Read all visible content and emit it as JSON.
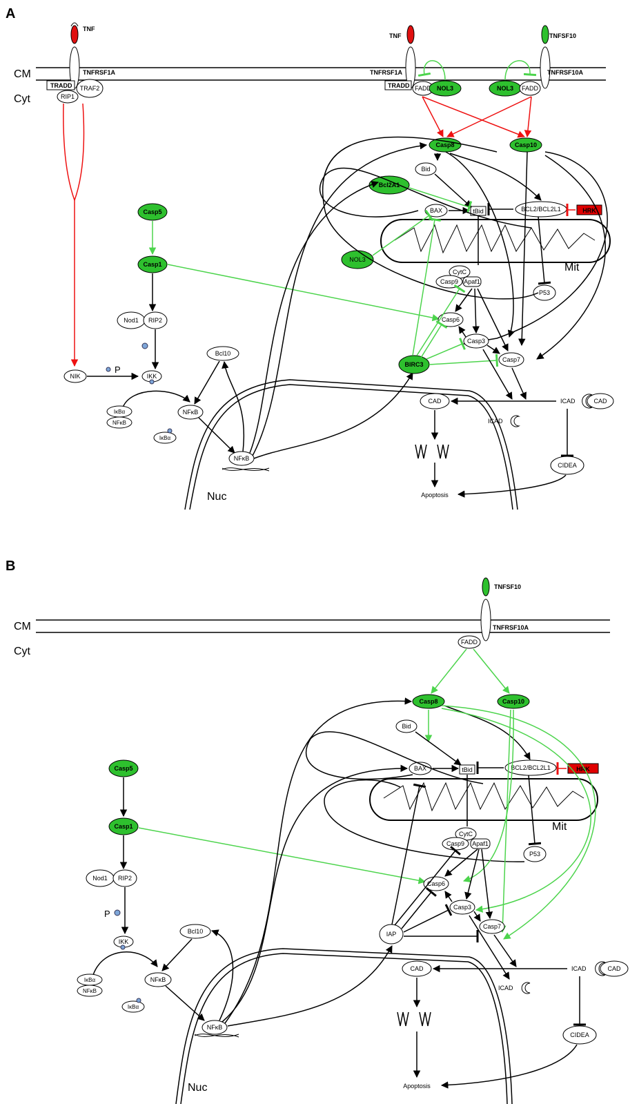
{
  "panels": {
    "a": {
      "letter": "A",
      "membrane": "CM",
      "cytoplasm": "Cyt",
      "nucleus": "Nuc",
      "mitochondrion": "Mit",
      "nodes": {
        "tnf_left": "TNF",
        "tnf_right": "TNF",
        "tnfsf10": "TNFSF10",
        "tnfrsf1a_left": "TNFRSF1A",
        "tnfrsf1a_right": "TNFRSF1A",
        "tnfrsf10a": "TNFRSF10A",
        "tradd_left": "TRADD",
        "traf2": "TRAF2",
        "rip1": "RIP1",
        "tradd_right": "TRADD",
        "fadd_1": "FADD",
        "nol3_1": "NOL3",
        "nol3_2": "NOL3",
        "fadd_2": "FADD",
        "casp8": "Casp8",
        "casp10": "Casp10",
        "bid": "Bid",
        "bcl2a1": "Bcl2A1",
        "bax": "BAX",
        "tbid": "tBid",
        "bcl2": "BCL2/BCL2L1",
        "hrk": "HRK",
        "nol3_3": "NOL3",
        "cytc": "CytC",
        "casp9": "Casp9",
        "apaf1": "Apaf1",
        "p53": "P53",
        "casp5": "Casp5",
        "casp1": "Casp1",
        "nod1": "Nod1",
        "rip2": "RIP2",
        "casp6": "Casp6",
        "casp3": "Casp3",
        "casp7": "Casp7",
        "birc3": "BIRC3",
        "nik": "NIK",
        "p": "P",
        "ikk": "IKK",
        "bcl10": "Bcl10",
        "ikba": "IκBα",
        "nfkb_small": "NFκB",
        "nfkb": "NFκB",
        "ikba_p": "IκBα",
        "nfkb_nuc": "NFκB",
        "cad": "CAD",
        "icad": "ICAD",
        "icad_cad": "CAD",
        "icad2": "ICAD",
        "cidea": "CIDEA",
        "apoptosis": "Apoptosis"
      }
    },
    "b": {
      "letter": "B",
      "membrane": "CM",
      "cytoplasm": "Cyt",
      "nucleus": "Nuc",
      "mitochondrion": "Mit",
      "nodes": {
        "tnfsf10": "TNFSF10",
        "tnfrsf10a": "TNFRSF10A",
        "fadd": "FADD",
        "casp8": "Casp8",
        "casp10": "Casp10",
        "bid": "Bid",
        "bax": "BAX",
        "tbid": "tBid",
        "bcl2": "BCL2/BCL2L1",
        "hrk": "HRK",
        "cytc": "CytC",
        "casp9": "Casp9",
        "apaf1": "Apaf1",
        "p53": "P53",
        "casp5": "Casp5",
        "casp1": "Casp1",
        "nod1": "Nod1",
        "rip2": "RIP2",
        "p": "P",
        "ikk": "IKK",
        "casp6": "Casp6",
        "casp3": "Casp3",
        "casp7": "Casp7",
        "iap": "IAP",
        "bcl10": "Bcl10",
        "ikba": "IκBα",
        "nfkb_small": "NFκB",
        "nfkb": "NFκB",
        "ikba_p": "IκBα",
        "nfkb_nuc": "NFκB",
        "cad": "CAD",
        "icad": "ICAD",
        "icad_cad": "CAD",
        "icad2": "ICAD",
        "cidea": "CIDEA",
        "apoptosis": "Apoptosis"
      }
    }
  },
  "colors": {
    "highlight_fill": "#2ec02e",
    "activation_green": "#4cd44c",
    "activation_red": "#ee1111",
    "hrk_fill": "#e00000",
    "line": "#000000"
  }
}
